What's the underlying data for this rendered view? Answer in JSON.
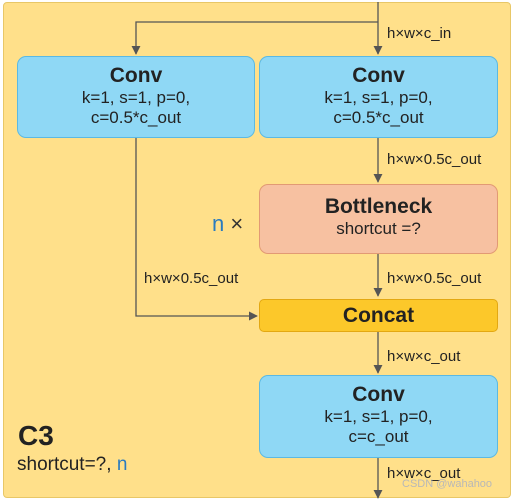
{
  "diagram": {
    "labels": {
      "input": "h×w×c_in",
      "after_conv_right": "h×w×0.5c_out",
      "after_bottleneck": "h×w×0.5c_out",
      "left_branch": "h×w×0.5c_out",
      "after_concat": "h×w×c_out",
      "output": "h×w×c_out"
    },
    "conv_left": {
      "title": "Conv",
      "line1": "k=1, s=1, p=0,",
      "line2": "c=0.5*c_out"
    },
    "conv_right": {
      "title": "Conv",
      "line1": "k=1, s=1, p=0,",
      "line2": "c=0.5*c_out"
    },
    "bottleneck": {
      "title": "Bottleneck",
      "line1": "shortcut =?"
    },
    "repeat": {
      "n": "n",
      "times": "×"
    },
    "concat": {
      "title": "Concat"
    },
    "conv_final": {
      "title": "Conv",
      "line1": "k=1, s=1, p=0,",
      "line2": "c=c_out"
    },
    "module": {
      "name": "C3",
      "params_prefix": "shortcut=?,",
      "params_n": "n"
    },
    "watermark": "CSDN @wahahoo"
  },
  "colors": {
    "panel": "#ffe08a",
    "conv": "#8fd8f5",
    "bottleneck": "#f7c1a1",
    "concat": "#fcc82a",
    "n_accent": "#2a7bbf"
  }
}
